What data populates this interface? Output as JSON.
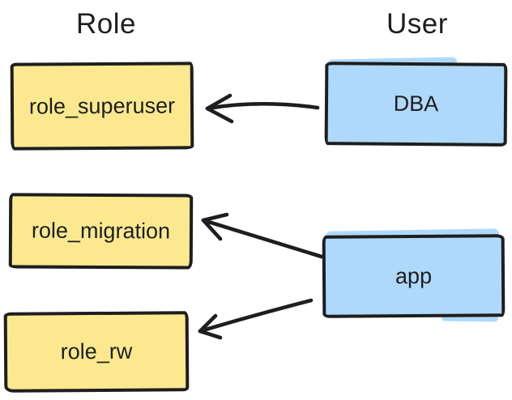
{
  "diagram": {
    "headers": {
      "left": "Role",
      "right": "User"
    },
    "roles": [
      {
        "id": "role_superuser",
        "label": "role_superuser"
      },
      {
        "id": "role_migration",
        "label": "role_migration"
      },
      {
        "id": "role_rw",
        "label": "role_rw"
      }
    ],
    "users": [
      {
        "id": "DBA",
        "label": "DBA"
      },
      {
        "id": "app",
        "label": "app"
      }
    ],
    "edges": [
      {
        "from": "DBA",
        "to": "role_superuser"
      },
      {
        "from": "app",
        "to": "role_migration"
      },
      {
        "from": "app",
        "to": "role_rw"
      }
    ],
    "colors": {
      "role_fill": "#FCE98F",
      "user_fill": "#AFD9FB",
      "stroke": "#1e1e1e",
      "background": "#ffffff"
    }
  }
}
